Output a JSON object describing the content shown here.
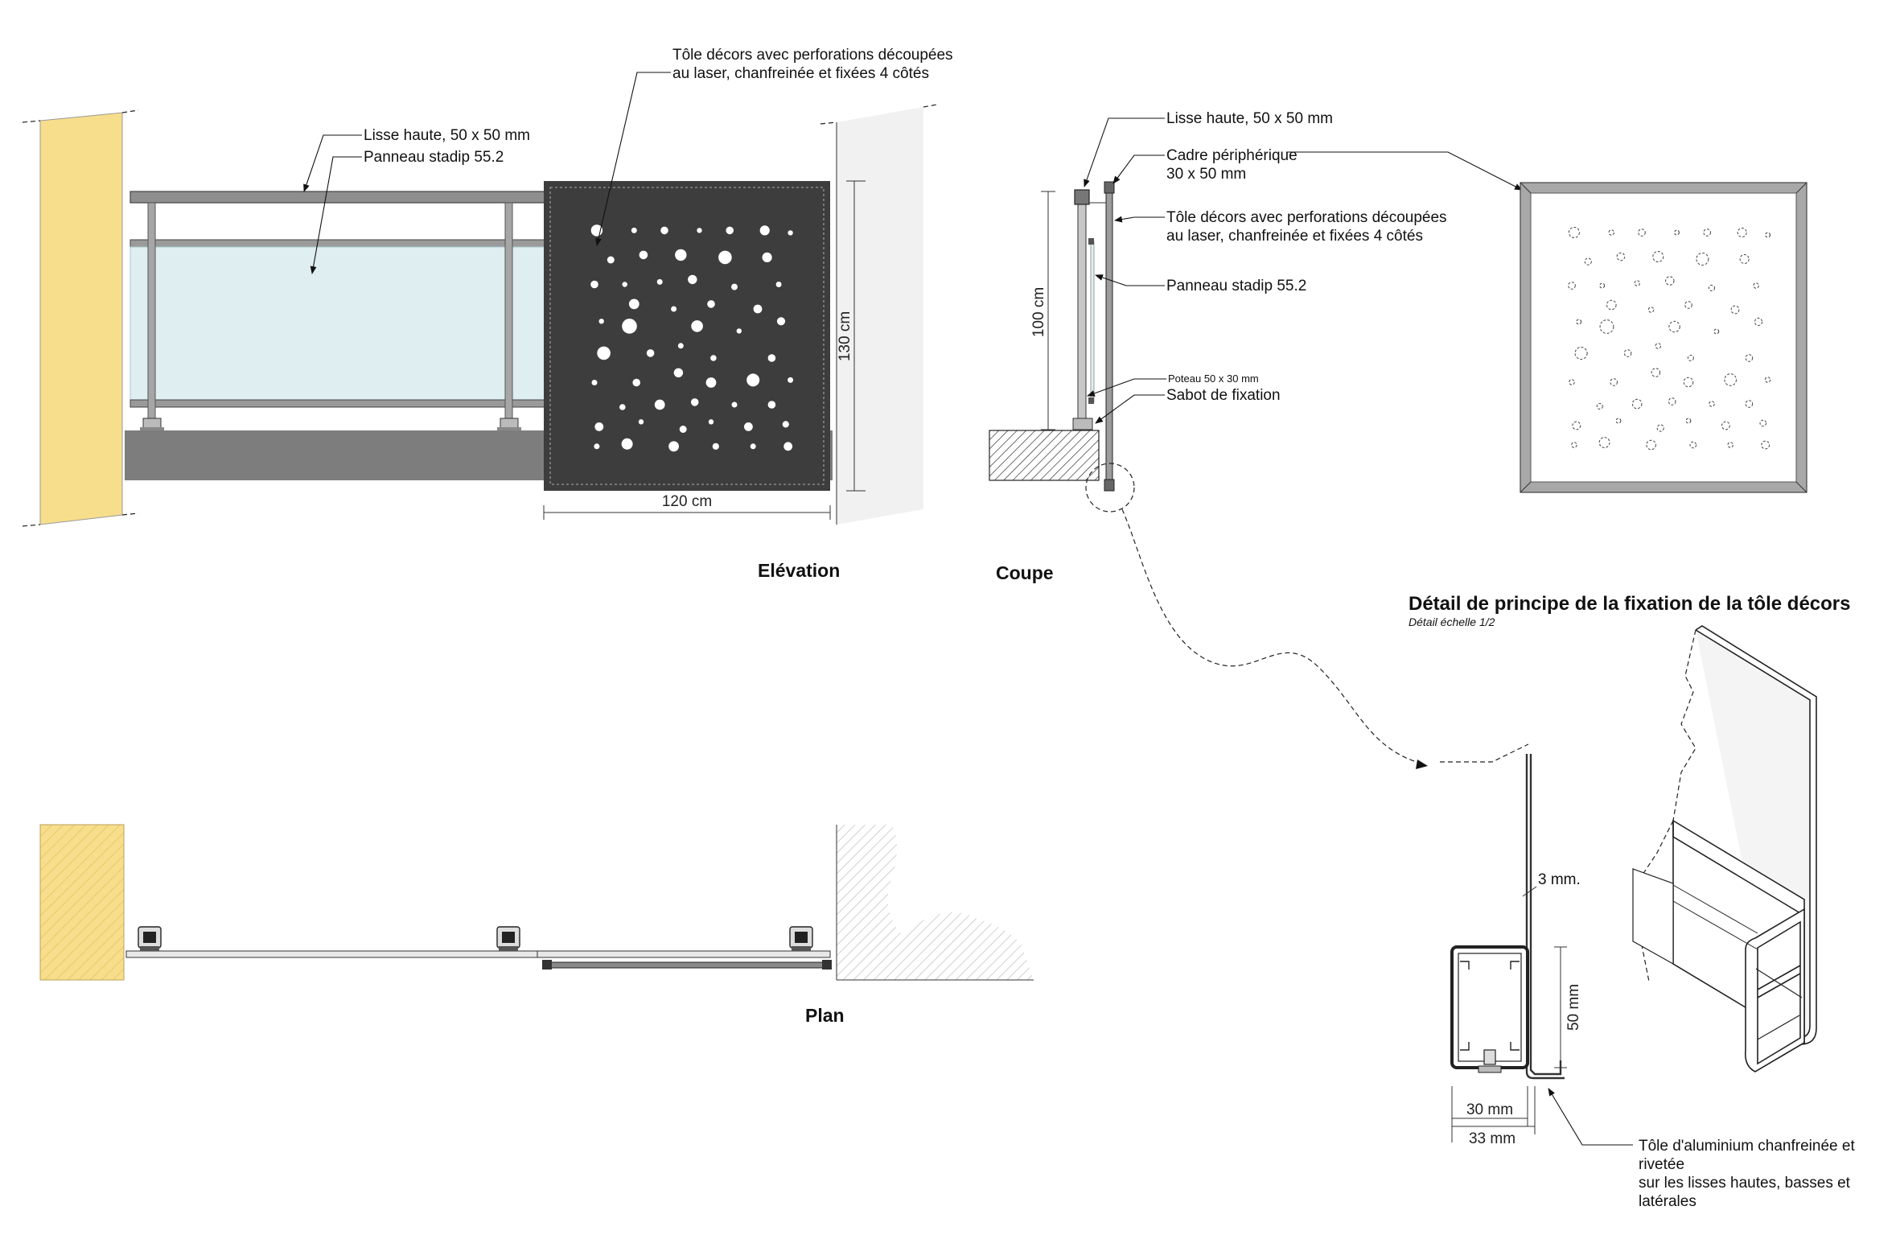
{
  "elevation": {
    "title": "Elévation",
    "label_lisse": "Lisse haute, 50 x 50 mm",
    "label_panneau": "Panneau stadip 55.2",
    "label_tole_line1": "Tôle décors avec perforations découpées",
    "label_tole_line2": "au laser, chanfreinée et fixées 4 côtés",
    "dim_height": "130 cm",
    "dim_width": "120 cm"
  },
  "coupe": {
    "title": "Coupe",
    "label_lisse": "Lisse haute, 50 x 50 mm",
    "label_cadre_line1": "Cadre périphérique",
    "label_cadre_line2": "30 x 50 mm",
    "label_tole_line1": "Tôle décors avec perforations découpées",
    "label_tole_line2": "au laser, chanfreinée et fixées 4 côtés",
    "label_panneau": "Panneau stadip 55.2",
    "label_poteau": "Poteau 50 x 30 mm",
    "label_sabot": "Sabot de fixation",
    "dim_height": "100 cm"
  },
  "plan": {
    "title": "Plan"
  },
  "detail": {
    "title": "Détail de principe de la fixation de la tôle décors",
    "subtitle": "Détail échelle 1/2",
    "dim_thickness": "3 mm.",
    "dim_height": "50 mm",
    "dim_inner_width": "30 mm",
    "dim_outer_width": "33 mm",
    "note_line1": "Tôle d'aluminium chanfreinée et",
    "note_line2": "rivetée",
    "note_line3": "sur les lisses hautes, basses et",
    "note_line4": "latérales"
  },
  "colors": {
    "wall_yellow": "#f7de8c",
    "dark_panel": "#3d3d3d",
    "slab_grey": "#7a7a7a",
    "glass": "#dfeef0"
  }
}
